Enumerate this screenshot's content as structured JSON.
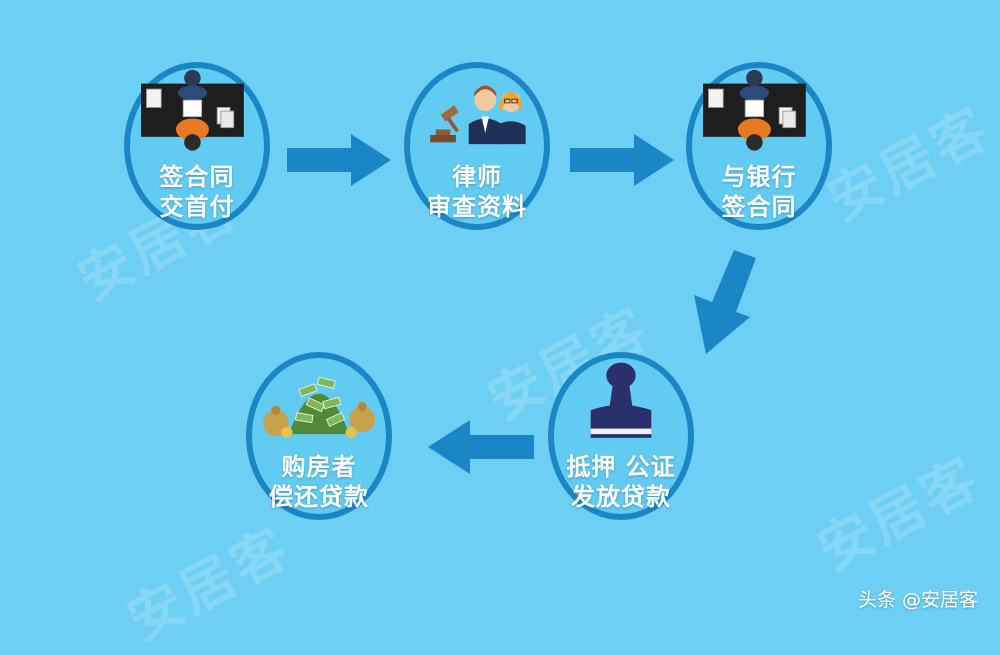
{
  "steps": [
    {
      "line1": "签合同",
      "line2": "交首付",
      "icon": "contract-signing-desk"
    },
    {
      "line1": "律师",
      "line2": "审查资料",
      "icon": "lawyers-with-gavel"
    },
    {
      "line1": "与银行",
      "line2": "签合同",
      "icon": "contract-signing-desk"
    },
    {
      "line1": "抵押 公证",
      "line2": "发放贷款",
      "icon": "stamp"
    },
    {
      "line1": "购房者",
      "line2": "偿还贷款",
      "icon": "money-pile"
    }
  ],
  "watermark": "安居客",
  "credit": "头条 @安居客",
  "colors": {
    "background": "#6ccff3",
    "circle_border": "#1b86c6",
    "arrow": "#1b86c6",
    "label": "#ffffff"
  }
}
